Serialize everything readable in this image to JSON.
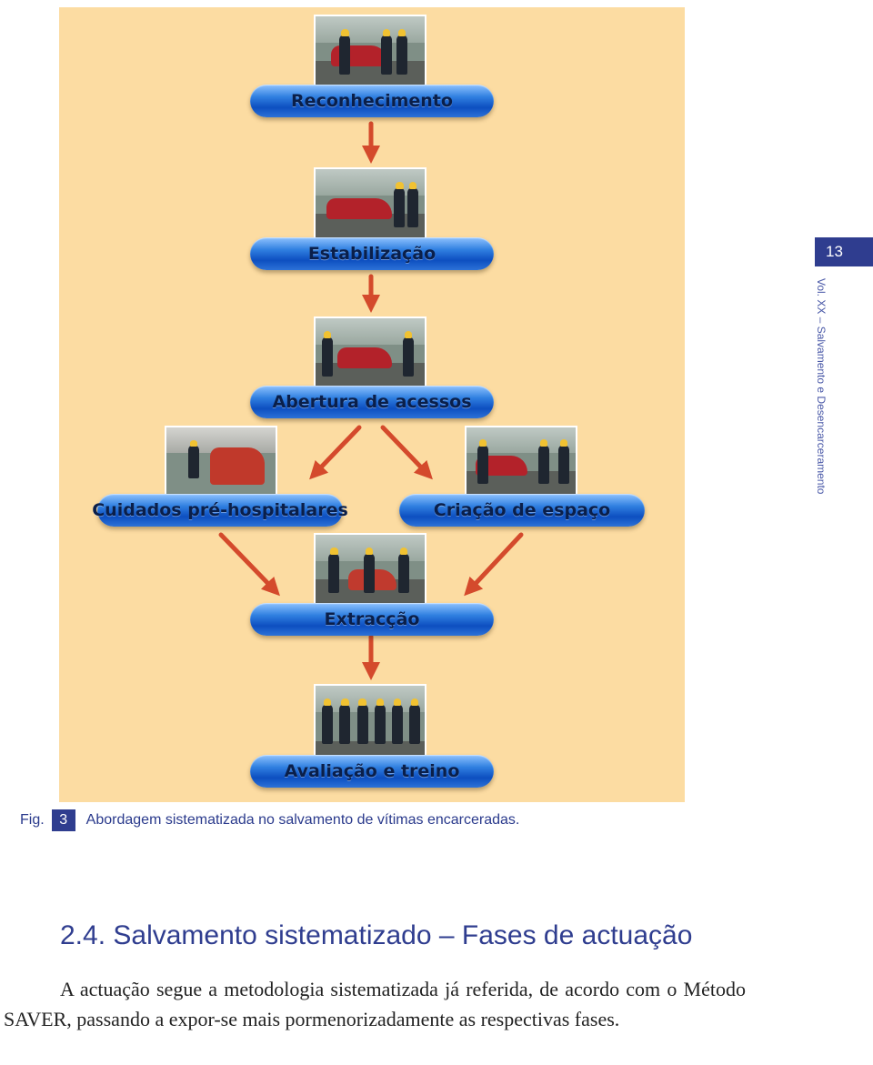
{
  "page": {
    "number": "13",
    "running_head": "Vol. XX – Salvamento e Desencarceramento"
  },
  "figure": {
    "steps": {
      "reconhecimento": "Reconhecimento",
      "estabilizacao": "Estabilização",
      "abertura": "Abertura de acessos",
      "cuidados": "Cuidados pré-hospitalares",
      "criacao": "Criação de espaço",
      "extraccao": "Extracção",
      "avaliacao": "Avaliação e treino"
    },
    "colors": {
      "background": "#fcdca2",
      "arrow": "#d44a2c",
      "pill": "#1f5fd0",
      "accent": "#2f3d8f"
    }
  },
  "caption": {
    "fig_label": "Fig.",
    "fig_number": "3",
    "text": "Abordagem sistematizada no salvamento de vítimas encarceradas."
  },
  "section": {
    "heading": "2.4. Salvamento sistematizado – Fases de actuação",
    "body": "A actuação segue a metodologia sistematizada já referida, de acordo com o Método SAVER, passando a expor-se mais pormenorizadamente as respectivas fases."
  }
}
